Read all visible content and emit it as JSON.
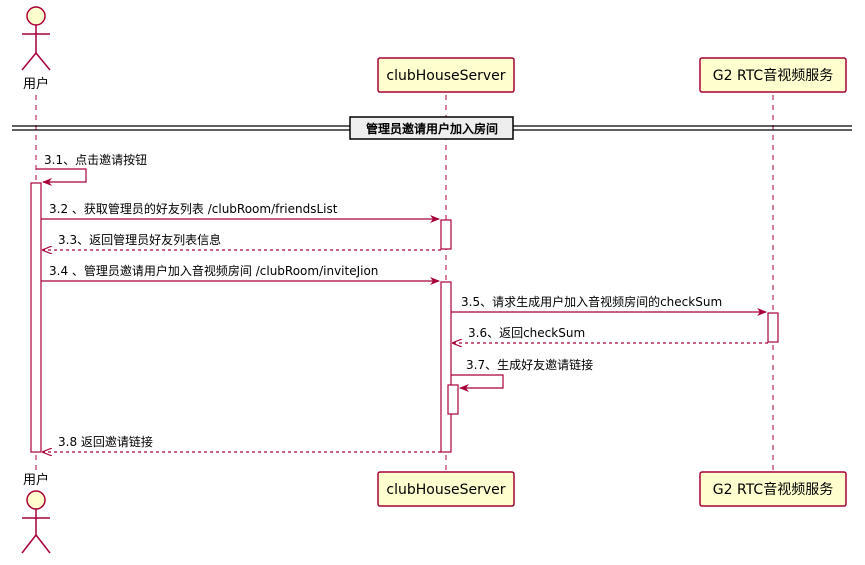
{
  "colors": {
    "line": "#a80036",
    "box_fill": "#fefece",
    "box_border": "#a80036",
    "lifeline": "#a80036",
    "activation_fill": "#ffffff",
    "divider": "#000000",
    "divider_box_fill": "#eeeeee"
  },
  "participants": {
    "user": {
      "label": "用户"
    },
    "server": {
      "label": "clubHouseServer"
    },
    "rtc": {
      "label": "G2 RTC音视频服务"
    }
  },
  "divider": {
    "label": "管理员邀请用户加入房间"
  },
  "messages": [
    {
      "id": "m1",
      "label": "3.1、点击邀请按钮",
      "style": "solid"
    },
    {
      "id": "m2",
      "label": "3.2 、获取管理员的好友列表 /clubRoom/friendsList",
      "style": "solid"
    },
    {
      "id": "m3",
      "label": "3.3、返回管理员好友列表信息",
      "style": "dashed"
    },
    {
      "id": "m4",
      "label": "3.4 、管理员邀请用户加入音视频房间 /clubRoom/inviteJion",
      "style": "solid"
    },
    {
      "id": "m5",
      "label": "3.5、请求生成用户加入音视频房间的checkSum",
      "style": "solid"
    },
    {
      "id": "m6",
      "label": "3.6、返回checkSum",
      "style": "dashed"
    },
    {
      "id": "m7",
      "label": "3.7、生成好友邀请链接",
      "style": "solid"
    },
    {
      "id": "m8",
      "label": "3.8 返回邀请链接",
      "style": "dashed"
    }
  ]
}
